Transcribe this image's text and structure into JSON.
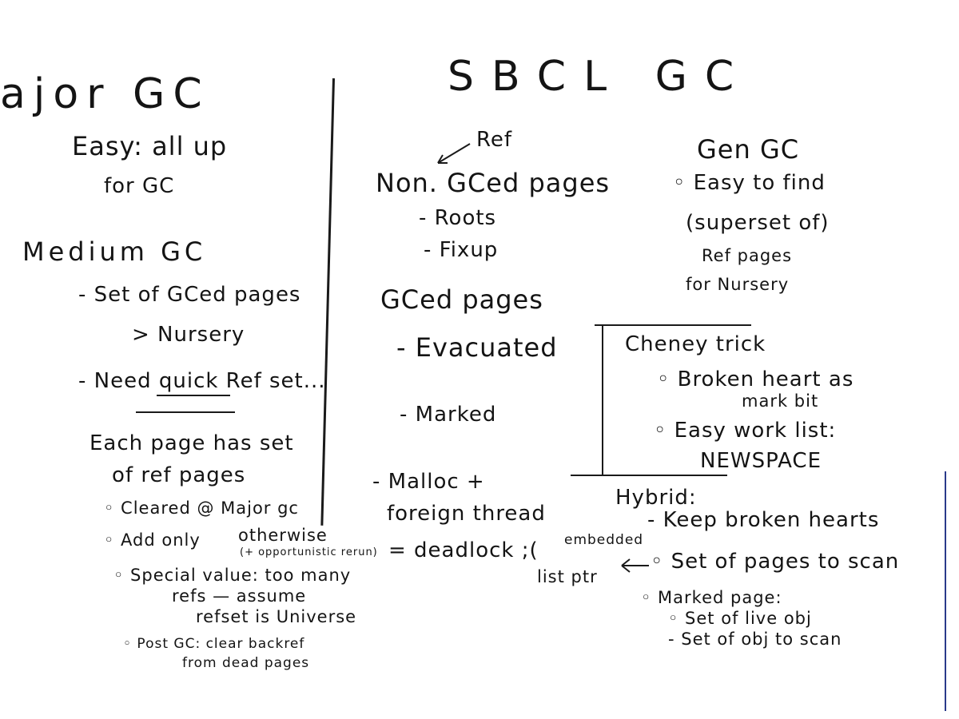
{
  "left": {
    "major_gc": "ajor GC",
    "easy_all_up": "Easy: all up",
    "for_gc": "for GC",
    "medium_gc": "Medium GC",
    "set_of_gced_pages": "- Set of GCed pages",
    "gt_nursery": "> Nursery",
    "need_quick_refset": "- Need quick Ref set...",
    "each_page_has_set": "Each page has set",
    "of_ref_pages": "of ref pages",
    "cleared_major_gc": "◦ Cleared @ Major gc",
    "add_only": "◦ Add only",
    "special_value": "◦ Special value: too many",
    "refs_assume": "refs — assume",
    "refset_universe": "refset is Universe",
    "post_gc": "◦ Post GC: clear backref",
    "from_dead_pages": "from dead pages"
  },
  "middle": {
    "title": "SBCL GC",
    "ref": "Ref",
    "non_gced_pages": "Non. GCed pages",
    "roots": "- Roots",
    "fixup": "- Fixup",
    "gced_pages": "GCed pages",
    "evacuated": "- Evacuated",
    "marked": "- Marked",
    "malloc_foreign": "- Malloc +",
    "foreign_thread": "foreign thread",
    "otherwise": "otherwise",
    "opportunistic_rerun": "(+ opportunistic rerun)",
    "deadlock": "= deadlock ;("
  },
  "right": {
    "gen_gc": "Gen GC",
    "easy_to_find": "◦ Easy to find",
    "superset_of": "(superset of)",
    "ref_pages": "Ref pages",
    "for_nursery": "for Nursery",
    "cheney_trick": "Cheney trick",
    "broken_heart": "◦ Broken heart as",
    "mark_bit": "mark bit",
    "easy_work_list": "◦ Easy work list:",
    "newspace": "NEWSPACE",
    "hybrid": "Hybrid:",
    "keep_broken_hearts": "- Keep broken hearts",
    "embedded": "embedded",
    "list_ptr": "list ptr",
    "set_of_pages_to_scan": "◦ Set of pages to scan",
    "marked_page": "◦ Marked page:",
    "set_of_live_obj": "◦ Set of live obj",
    "set_of_obj_to_scan": "- Set of obj to scan"
  }
}
